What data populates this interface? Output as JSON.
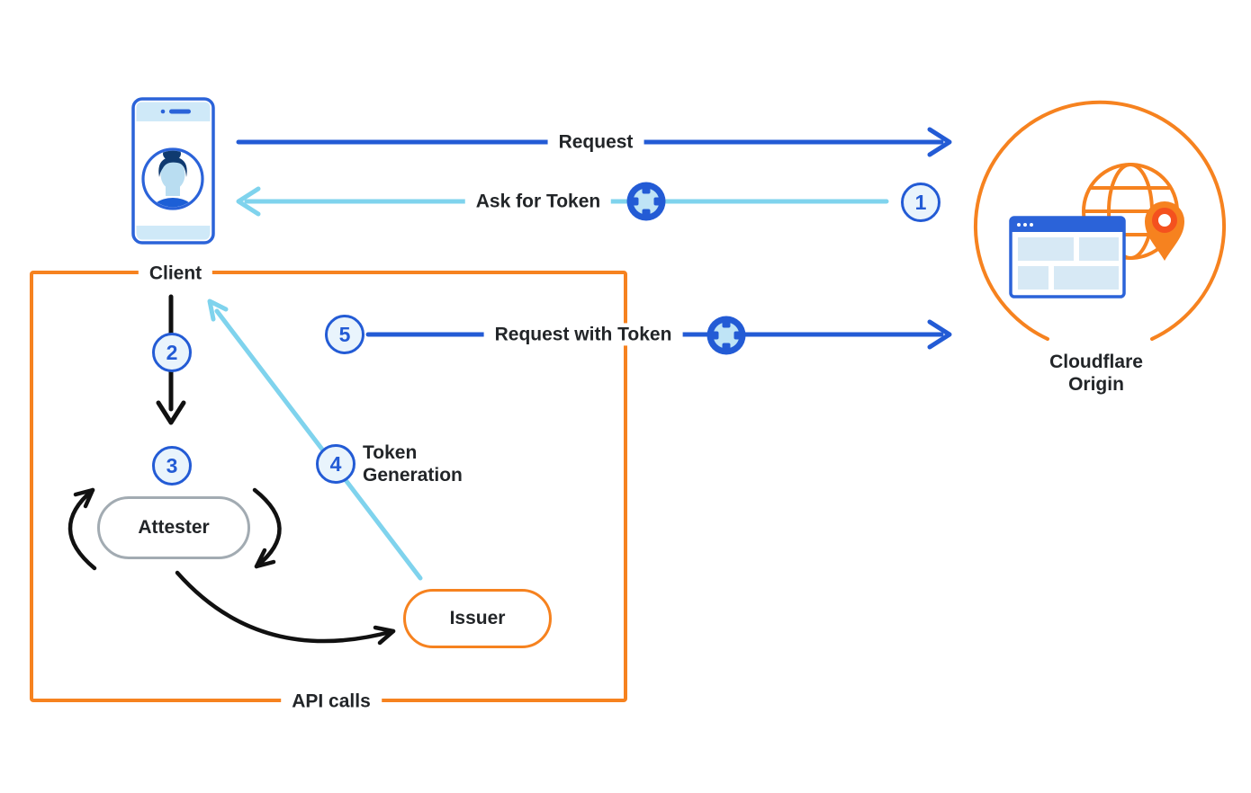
{
  "labels": {
    "client": "Client",
    "request": "Request",
    "ask_for_token": "Ask for Token",
    "request_with_token": "Request with Token",
    "token_generation_line1": "Token",
    "token_generation_line2": "Generation",
    "attester": "Attester",
    "issuer": "Issuer",
    "api_calls": "API calls",
    "origin_line1": "Cloudflare",
    "origin_line2": "Origin"
  },
  "steps": {
    "step1": "1",
    "step2": "2",
    "step3": "3",
    "step4": "4",
    "step5": "5"
  },
  "icons": {
    "token": "token-chip-icon",
    "client": "phone-with-user-avatar-icon",
    "origin": "globe-browser-location-pin-icon"
  },
  "colors": {
    "dark_blue": "#235bd5",
    "light_blue": "#7fd3ed",
    "orange": "#f6821f",
    "pin_red": "#f4511e",
    "ink": "#222528",
    "gray": "#a2abb2",
    "circle_fill": "#e9f4fc",
    "token_pale": "#bfe4f6",
    "pale_blue": "#cfe9f8",
    "panel_blue": "#d7e9f5",
    "phone_blue": "#2b63d9",
    "person_blue": "#1d5fd6",
    "skin": "#b9ddf1",
    "hair": "#0f3a70"
  }
}
